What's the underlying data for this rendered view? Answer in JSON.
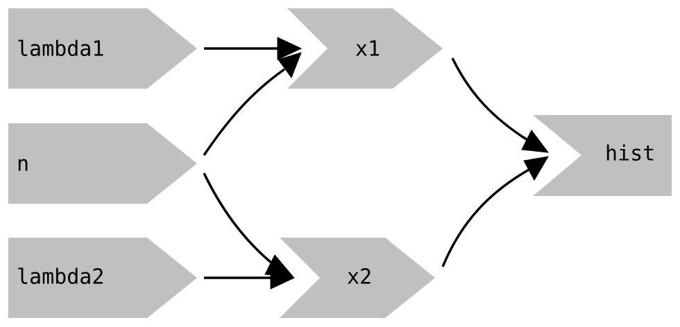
{
  "diagram": {
    "nodes": {
      "lambda1": {
        "label": "lambda1"
      },
      "n": {
        "label": "n"
      },
      "lambda2": {
        "label": "lambda2"
      },
      "x1": {
        "label": "x1"
      },
      "x2": {
        "label": "x2"
      },
      "hist": {
        "label": "hist"
      }
    },
    "edges": [
      {
        "from": "lambda1",
        "to": "x1"
      },
      {
        "from": "n",
        "to": "x1"
      },
      {
        "from": "n",
        "to": "x2"
      },
      {
        "from": "lambda2",
        "to": "x2"
      },
      {
        "from": "x1",
        "to": "hist"
      },
      {
        "from": "x2",
        "to": "hist"
      }
    ],
    "colors": {
      "node_fill": "#c0c0c0",
      "edge": "#000000",
      "text": "#000000",
      "background": "#ffffff"
    }
  }
}
